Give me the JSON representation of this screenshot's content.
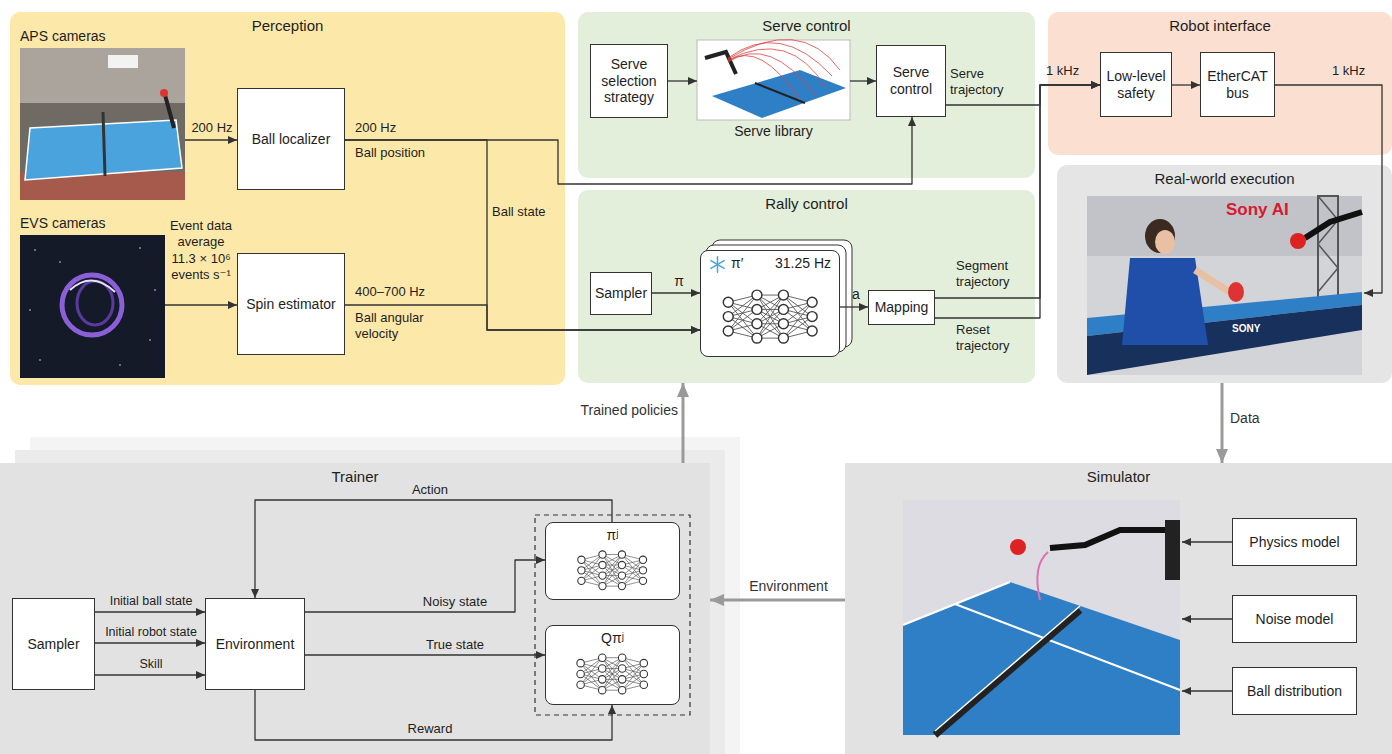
{
  "diagram": {
    "nodes": [
      {
        "text": [
          "Perception"
        ]
      },
      {
        "text": [
          "APS cameras"
        ],
        "in": 0
      },
      {
        "text": [
          "Ball localizer"
        ],
        "in": 0
      },
      {
        "text": [
          "EVS cameras"
        ],
        "in": 0
      },
      {
        "text": [
          "Spin estimator"
        ],
        "in": 0
      },
      {
        "text": [
          "Serve control"
        ]
      },
      {
        "text": [
          "Serve selection strategy"
        ],
        "in": 5
      },
      {
        "text": [
          "Serve library"
        ],
        "in": 5
      },
      {
        "text": [
          "Serve control"
        ],
        "in": 5
      },
      {
        "text": [
          "Rally control"
        ]
      },
      {
        "text": [
          "Sampler"
        ],
        "in": 9
      },
      {
        "text": [
          "π′",
          "31.25 Hz"
        ],
        "in": 9
      },
      {
        "text": [
          "Mapping"
        ],
        "in": 9
      },
      {
        "text": [
          "Robot interface"
        ]
      },
      {
        "text": [
          "Low-level safety"
        ],
        "in": 13
      },
      {
        "text": [
          "EtherCAT bus"
        ],
        "in": 13
      },
      {
        "text": [
          "Real-world execution"
        ]
      },
      {
        "text": [
          "Trainer"
        ]
      },
      {
        "text": [
          "Sampler"
        ],
        "in": 17
      },
      {
        "text": [
          "Environment"
        ],
        "in": 17
      },
      {
        "text": [
          "πʲ"
        ],
        "in": 17
      },
      {
        "text": [
          "Qπʲ"
        ],
        "in": 17
      },
      {
        "text": [
          "Simulator"
        ]
      },
      {
        "text": [
          "Physics model"
        ],
        "in": 22
      },
      {
        "text": [
          "Noise model"
        ],
        "in": 22
      },
      {
        "text": [
          "Ball distribution"
        ],
        "in": 22
      }
    ],
    "edges": [
      {
        "from": 1,
        "to": 2,
        "arrow": "to",
        "label": "200 Hz"
      },
      {
        "from": 3,
        "to": 4,
        "arrow": "to",
        "label": "Event data average 11.3 × 10⁶ events s⁻¹"
      },
      {
        "from": 2,
        "to": 8,
        "arrow": "to",
        "label": "Ball position"
      },
      {
        "from": 2,
        "to": 11,
        "arrow": "to"
      },
      {
        "from": 4,
        "to": 11,
        "arrow": "to",
        "label": "Ball angular velocity"
      },
      {
        "from": 6,
        "to": 7,
        "arrow": "to"
      },
      {
        "from": 7,
        "to": 8,
        "arrow": "to"
      },
      {
        "from": 8,
        "to": 14,
        "arrow": "to",
        "label": "Serve trajectory"
      },
      {
        "from": 10,
        "to": 11,
        "arrow": "to",
        "label": "π"
      },
      {
        "from": 11,
        "to": 12,
        "arrow": "to",
        "label": "a"
      },
      {
        "from": 12,
        "to": 14,
        "arrow": "to",
        "label": "Segment trajectory"
      },
      {
        "from": 12,
        "to": 14,
        "arrow": "to",
        "label": "Reset trajectory"
      },
      {
        "from": 14,
        "to": 15,
        "arrow": "to"
      },
      {
        "from": 15,
        "to": 16,
        "arrow": "to"
      },
      {
        "from": 16,
        "to": 22,
        "arrow": "to",
        "label": "Data"
      },
      {
        "from": 22,
        "to": 17,
        "arrow": "to",
        "label": "Environment"
      },
      {
        "from": 17,
        "to": 9,
        "arrow": "to",
        "label": "Trained policies"
      },
      {
        "from": 18,
        "to": 19,
        "arrow": "to",
        "label": "Initial ball state"
      },
      {
        "from": 18,
        "to": 19,
        "arrow": "to",
        "label": "Initial robot state"
      },
      {
        "from": 18,
        "to": 19,
        "arrow": "to",
        "label": "Skill"
      },
      {
        "from": 19,
        "to": 20,
        "arrow": "to",
        "label": "Noisy state"
      },
      {
        "from": 19,
        "to": 21,
        "arrow": "to",
        "label": "True state"
      },
      {
        "from": 20,
        "to": 19,
        "arrow": "to",
        "label": "Action"
      },
      {
        "from": 19,
        "to": 21,
        "arrow": "to",
        "label": "Reward"
      },
      {
        "from": 23,
        "to": 22,
        "arrow": "to"
      },
      {
        "from": 24,
        "to": 22,
        "arrow": "to"
      },
      {
        "from": 25,
        "to": 22,
        "arrow": "to"
      }
    ],
    "labels": [
      "200 Hz",
      "400–700 Hz",
      "Ball state",
      "1 kHz",
      "1 kHz",
      "Sony AI",
      "SONY"
    ]
  }
}
